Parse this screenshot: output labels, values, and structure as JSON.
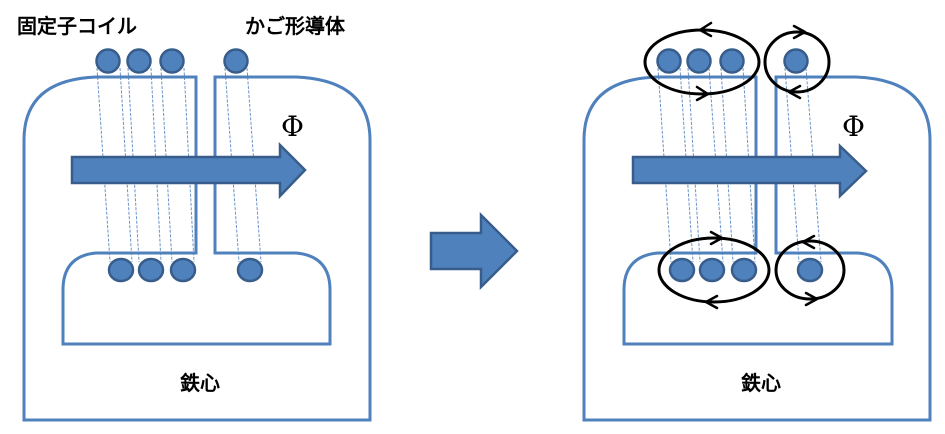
{
  "colors": {
    "core_stroke": "#4f81bd",
    "conductor_fill": "#4f81bd",
    "conductor_stroke": "#385d8a",
    "flux_arrow_fill": "#4f81bd",
    "eddy_loop": "#000000"
  },
  "left_panel": {
    "stator_coil_label": "固定子コイル",
    "cage_conductor_label": "かご形導体",
    "flux_symbol": "Φ",
    "core_label": "鉄心",
    "stator_coil_count": 3,
    "cage_conductor_count": 1,
    "current_loops_shown": false
  },
  "transition_arrow": {
    "icon": "right-arrow-icon"
  },
  "right_panel": {
    "flux_symbol": "Φ",
    "core_label": "鉄心",
    "stator_coil_count": 3,
    "cage_conductor_count": 1,
    "current_loops_shown": true,
    "loops": [
      {
        "name": "stator-top-loop",
        "direction": "counterclockwise"
      },
      {
        "name": "cage-top-loop",
        "direction": "clockwise"
      },
      {
        "name": "stator-bottom-loop",
        "direction": "clockwise"
      },
      {
        "name": "cage-bottom-loop",
        "direction": "counterclockwise"
      }
    ]
  }
}
